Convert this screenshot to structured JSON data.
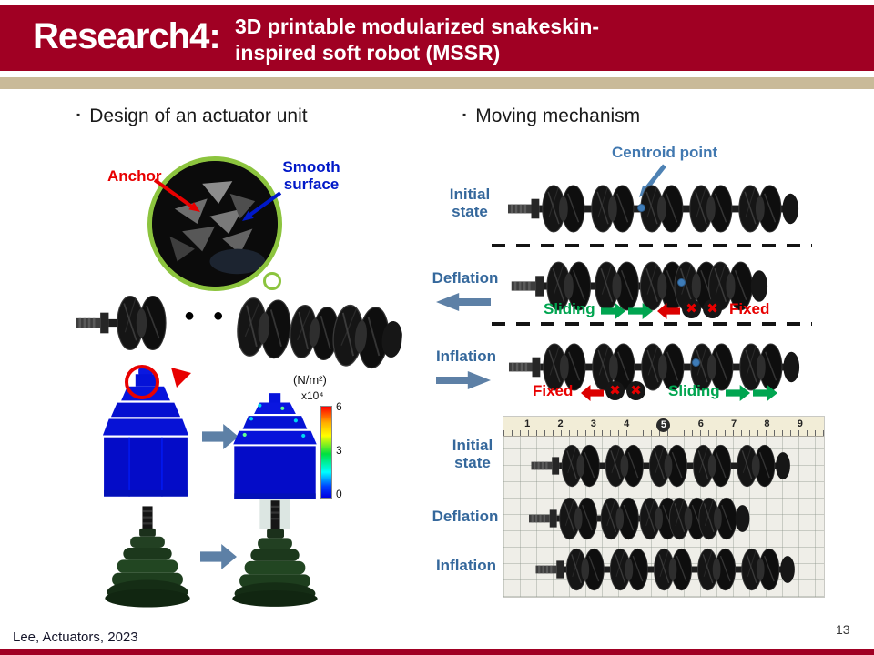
{
  "colors": {
    "header_bg": "#A00023",
    "tan_strip": "#C9BA99",
    "label_blue": "#35689C",
    "accent_blue": "#0018C8",
    "accent_red": "#E80000",
    "accent_green": "#00A550",
    "arrow_slate": "#5D80A6"
  },
  "header": {
    "label": "Research4:",
    "title_line1": "3D printable modularized snakeskin-",
    "title_line2": "inspired soft robot (MSSR)"
  },
  "left_section": {
    "bullet": "▪",
    "heading": "Design of an actuator unit",
    "anchor_label": "Anchor",
    "smooth_line1": "Smooth",
    "smooth_line2": "surface",
    "ellipsis_dots": "● ● ●",
    "colorbar": {
      "unit": "(N/m²)",
      "scale": "x10⁴",
      "ticks": [
        "6",
        "3",
        "0"
      ]
    }
  },
  "right_section": {
    "bullet": "▪",
    "heading": "Moving mechanism",
    "centroid_label": "Centroid point",
    "initial_line1": "Initial",
    "initial_line2": "state",
    "deflation_label": "Deflation",
    "inflation_label": "Inflation",
    "sliding_label": "Sliding",
    "fixed_label": "Fixed",
    "x_mark": "✖",
    "ruler_numbers": [
      "1",
      "2",
      "3",
      "4",
      "5",
      "6",
      "7",
      "8",
      "9"
    ]
  },
  "footer": {
    "citation": "Lee, Actuators, 2023",
    "page_number": "13"
  }
}
